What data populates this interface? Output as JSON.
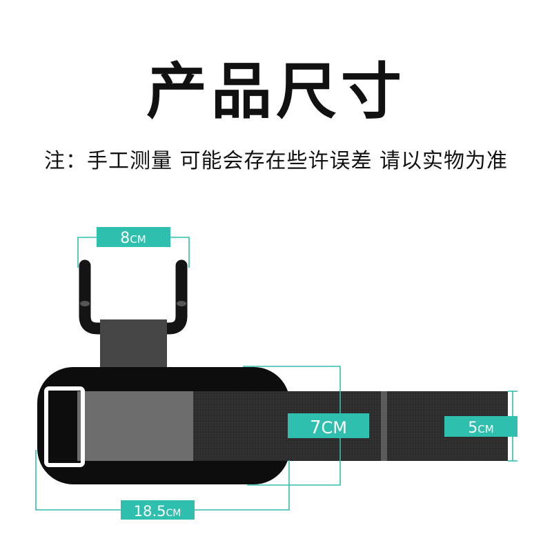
{
  "header": {
    "title": "产品尺寸",
    "note": "注：手工测量 可能会存在些许误差 请以实物为准"
  },
  "dimensions": {
    "hook_width": {
      "number": "8",
      "unit": "CM"
    },
    "strap_height": {
      "number": "7",
      "unit": "CM"
    },
    "strap_width": {
      "number": "5",
      "unit": "CM"
    },
    "pad_length": {
      "number": "18.5",
      "unit": "CM"
    }
  },
  "colors": {
    "accent": "#2ebfae",
    "hook": "#141414",
    "pad": "#0d0d0d",
    "strap": "#2e2e2e",
    "strap_light": "#6d6d6d",
    "buckle": "#ffffff"
  }
}
